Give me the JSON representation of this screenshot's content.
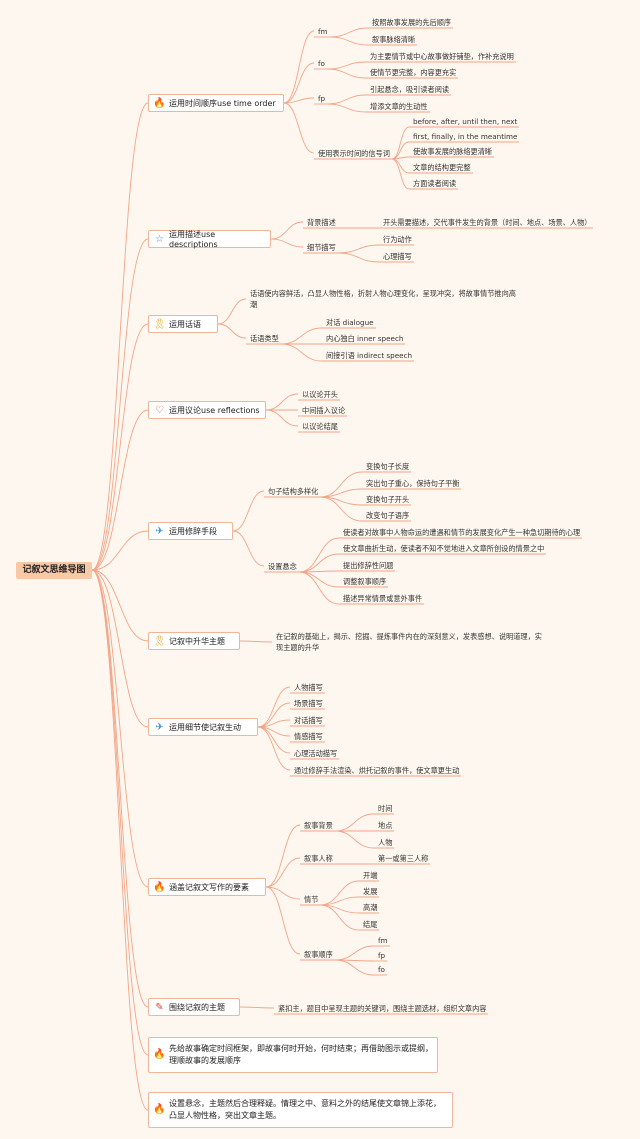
{
  "root": "记叙文思维导图",
  "branches": [
    {
      "label": "运用时间顺序use time order",
      "icon": "fire-icon",
      "children": [
        {
          "label": "fm",
          "children": [
            "按照故事发展的先后顺序",
            "叙事脉络清晰"
          ]
        },
        {
          "label": "fo",
          "children": [
            "为主要情节或中心故事做好铺垫，作补充说明",
            "使情节更完整，内容更充实"
          ]
        },
        {
          "label": "fp",
          "children": [
            "引起悬念，吸引读者阅读",
            "增添文章的生动性"
          ]
        },
        {
          "label": "使用表示时间的信号词",
          "children": [
            "before, after, until then, next",
            "first, finally, in the meantime",
            "使故事发展的脉络更清晰",
            "文章的结构更完整",
            "方面读者阅读"
          ]
        }
      ]
    },
    {
      "label": "运用描述use descriptions",
      "icon": "star-icon",
      "children": [
        {
          "label": "背景描述",
          "children": [
            "开头需要描述，交代事件发生的背景（时间、地点、场景、人物）"
          ]
        },
        {
          "label": "细节描写",
          "children": [
            "行为动作",
            "心理描写"
          ]
        }
      ]
    },
    {
      "label": "运用话语",
      "icon": "medal-icon",
      "children": [
        {
          "label": "话语使内容鲜活，凸显人物性格，折射人物心理变化，呈现冲突，将故事情节推向高潮",
          "children": []
        },
        {
          "label": "话语类型",
          "children": [
            "对话 dialogue",
            "内心独白 inner speech",
            "间接引语 indirect speech"
          ]
        }
      ]
    },
    {
      "label": "运用议论use reflections",
      "icon": "heart-icon",
      "children": [
        {
          "label": "以议论开头",
          "children": []
        },
        {
          "label": "中间插入议论",
          "children": []
        },
        {
          "label": "以议论结尾",
          "children": []
        }
      ]
    },
    {
      "label": "运用修辞手段",
      "icon": "paper-plane-icon",
      "children": [
        {
          "label": "句子结构多样化",
          "children": [
            "变换句子长度",
            "突出句子重心，保持句子平衡",
            "变换句子开头",
            "改变句子语序"
          ]
        },
        {
          "label": "设置悬念",
          "children": [
            "使读者对故事中人物命运的遭遇和情节的发展变化产生一种急切期待的心理",
            "使文章曲折生动，使读者不知不觉地进入文章所创设的情景之中",
            "提出修辞性问题",
            "调整叙事顺序",
            "描述异常情景或意外事件"
          ]
        }
      ]
    },
    {
      "label": "记叙中升华主题",
      "icon": "medal-icon",
      "children": [
        {
          "label": "在记叙的基础上，揭示、挖掘、提炼事件内在的深刻意义，发表感想、说明道理，实现主题的升华",
          "children": []
        }
      ]
    },
    {
      "label": "运用细节使记叙生动",
      "icon": "paper-plane-icon",
      "children": [
        {
          "label": "人物描写",
          "children": []
        },
        {
          "label": "场景描写",
          "children": []
        },
        {
          "label": "对话描写",
          "children": []
        },
        {
          "label": "情感描写",
          "children": []
        },
        {
          "label": "心理活动描写",
          "children": []
        },
        {
          "label": "通过修辞手法渲染、烘托记叙的事件，使文章更生动",
          "children": []
        }
      ]
    },
    {
      "label": "涵盖记叙文写作的要素",
      "icon": "fire-icon",
      "children": [
        {
          "label": "叙事背景",
          "children": [
            "时间",
            "地点",
            "人物"
          ]
        },
        {
          "label": "叙事人称",
          "children": [
            "第一或第三人称"
          ]
        },
        {
          "label": "情节",
          "children": [
            "开端",
            "发展",
            "高潮",
            "结尾"
          ]
        },
        {
          "label": "叙事顺序",
          "children": [
            "fm",
            "fp",
            "fo"
          ]
        }
      ]
    },
    {
      "label": "围绕记叙的主题",
      "icon": "pen-icon",
      "children": [
        {
          "label": "紧扣主，题目中呈现主题的关键词，围绕主题选材，组织文章内容",
          "children": []
        }
      ]
    },
    {
      "label": "先给故事确定时间框架，即故事何时开始，何时结束；再借助图示或提纲，理顺故事的发展顺序",
      "icon": "fire-icon",
      "children": []
    },
    {
      "label": "设置悬念，主题然后合理释疑。情理之中、意料之外的结尾使文章锦上添花，凸显人物性格，突出文章主题。",
      "icon": "fire-icon",
      "children": []
    }
  ],
  "colors": {
    "background": "#fdf7ef",
    "root_fill": "#f8c9a6",
    "line": "#f3a587",
    "box_border": "#f1b59a"
  }
}
